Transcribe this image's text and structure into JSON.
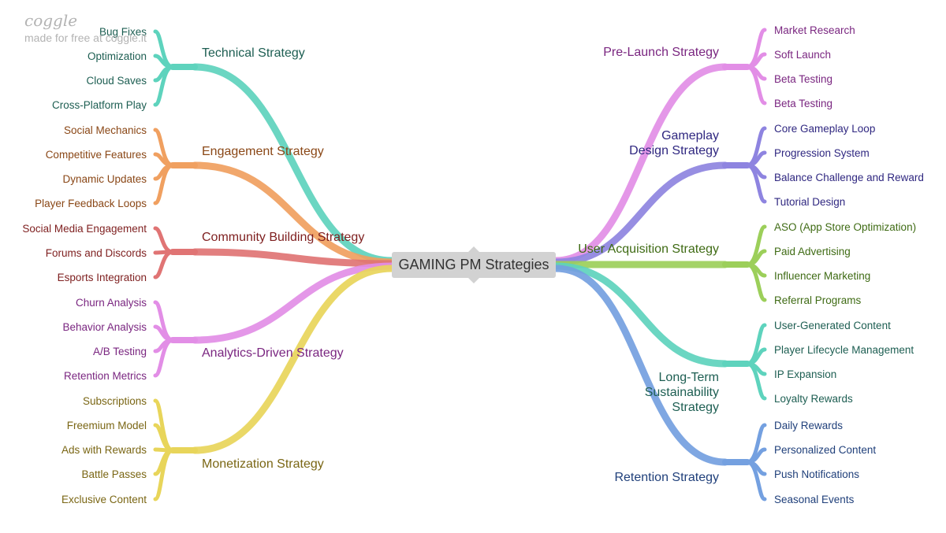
{
  "watermark": {
    "logo": "coggle",
    "tagline": "made for free at coggle.it"
  },
  "center": {
    "label": "GAMING PM Strategies"
  },
  "branches": [
    {
      "id": "technical",
      "label": [
        "Technical Strategy"
      ],
      "color": "#5ed3bd",
      "text_color": "#1d5e52",
      "leaves": [
        "Bug Fixes",
        "Optimization",
        "Cloud Saves",
        "Cross-Platform Play"
      ]
    },
    {
      "id": "engagement",
      "label": [
        "Engagement Strategy"
      ],
      "color": "#f0a060",
      "text_color": "#8a4716",
      "leaves": [
        "Social Mechanics",
        "Competitive Features",
        "Dynamic Updates",
        "Player Feedback Loops"
      ]
    },
    {
      "id": "community",
      "label": [
        "Community Building Strategy"
      ],
      "color": "#e07474",
      "text_color": "#7e1f1f",
      "leaves": [
        "Social Media Engagement",
        "Forums and Discords",
        "Esports Integration"
      ]
    },
    {
      "id": "analytics",
      "label": [
        "Analytics-Driven Strategy"
      ],
      "color": "#e28ee6",
      "text_color": "#7a2680",
      "leaves": [
        "Churn Analysis",
        "Behavior Analysis",
        "A/B Testing",
        "Retention Metrics"
      ]
    },
    {
      "id": "monetization",
      "label": [
        "Monetization Strategy"
      ],
      "color": "#e8d55a",
      "text_color": "#7a6614",
      "leaves": [
        "Subscriptions",
        "Freemium Model",
        "Ads with Rewards",
        "Battle Passes",
        "Exclusive Content"
      ]
    },
    {
      "id": "prelaunch",
      "label": [
        "Pre-Launch Strategy"
      ],
      "color": "#e28ee6",
      "text_color": "#7a2680",
      "leaves": [
        "Market Research",
        "Soft Launch",
        "Beta Testing",
        "Beta Testing"
      ]
    },
    {
      "id": "gameplay",
      "label": [
        "Gameplay",
        "Design Strategy"
      ],
      "color": "#8e84e0",
      "text_color": "#2f2780",
      "leaves": [
        "Core Gameplay Loop",
        "Progression System",
        "Balance Challenge and Reward",
        "Tutorial Design"
      ]
    },
    {
      "id": "acquisition",
      "label": [
        "User Acquisition Strategy"
      ],
      "color": "#9ccf5a",
      "text_color": "#3f6b14",
      "leaves": [
        "ASO (App Store Optimization)",
        "Paid Advertising",
        "Influencer Marketing",
        "Referral Programs"
      ]
    },
    {
      "id": "sustainability",
      "label": [
        "Long-Term",
        "Sustainability",
        "Strategy"
      ],
      "color": "#5ed3bd",
      "text_color": "#1d5e52",
      "leaves": [
        "User-Generated Content",
        "Player Lifecycle Management",
        "IP Expansion",
        "Loyalty Rewards"
      ]
    },
    {
      "id": "retention",
      "label": [
        "Retention Strategy"
      ],
      "color": "#74a0e0",
      "text_color": "#1f3f7a",
      "leaves": [
        "Daily Rewards",
        "Personalized Content",
        "Push Notifications",
        "Seasonal Events"
      ]
    }
  ]
}
